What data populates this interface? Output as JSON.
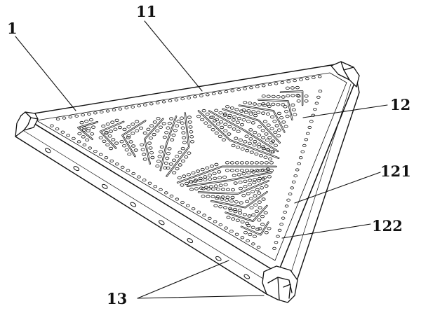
{
  "labels": {
    "plate": "1",
    "edge": "11",
    "channel": "12",
    "channel_sub_a": "121",
    "channel_sub_b": "122",
    "side_holes": "13"
  }
}
